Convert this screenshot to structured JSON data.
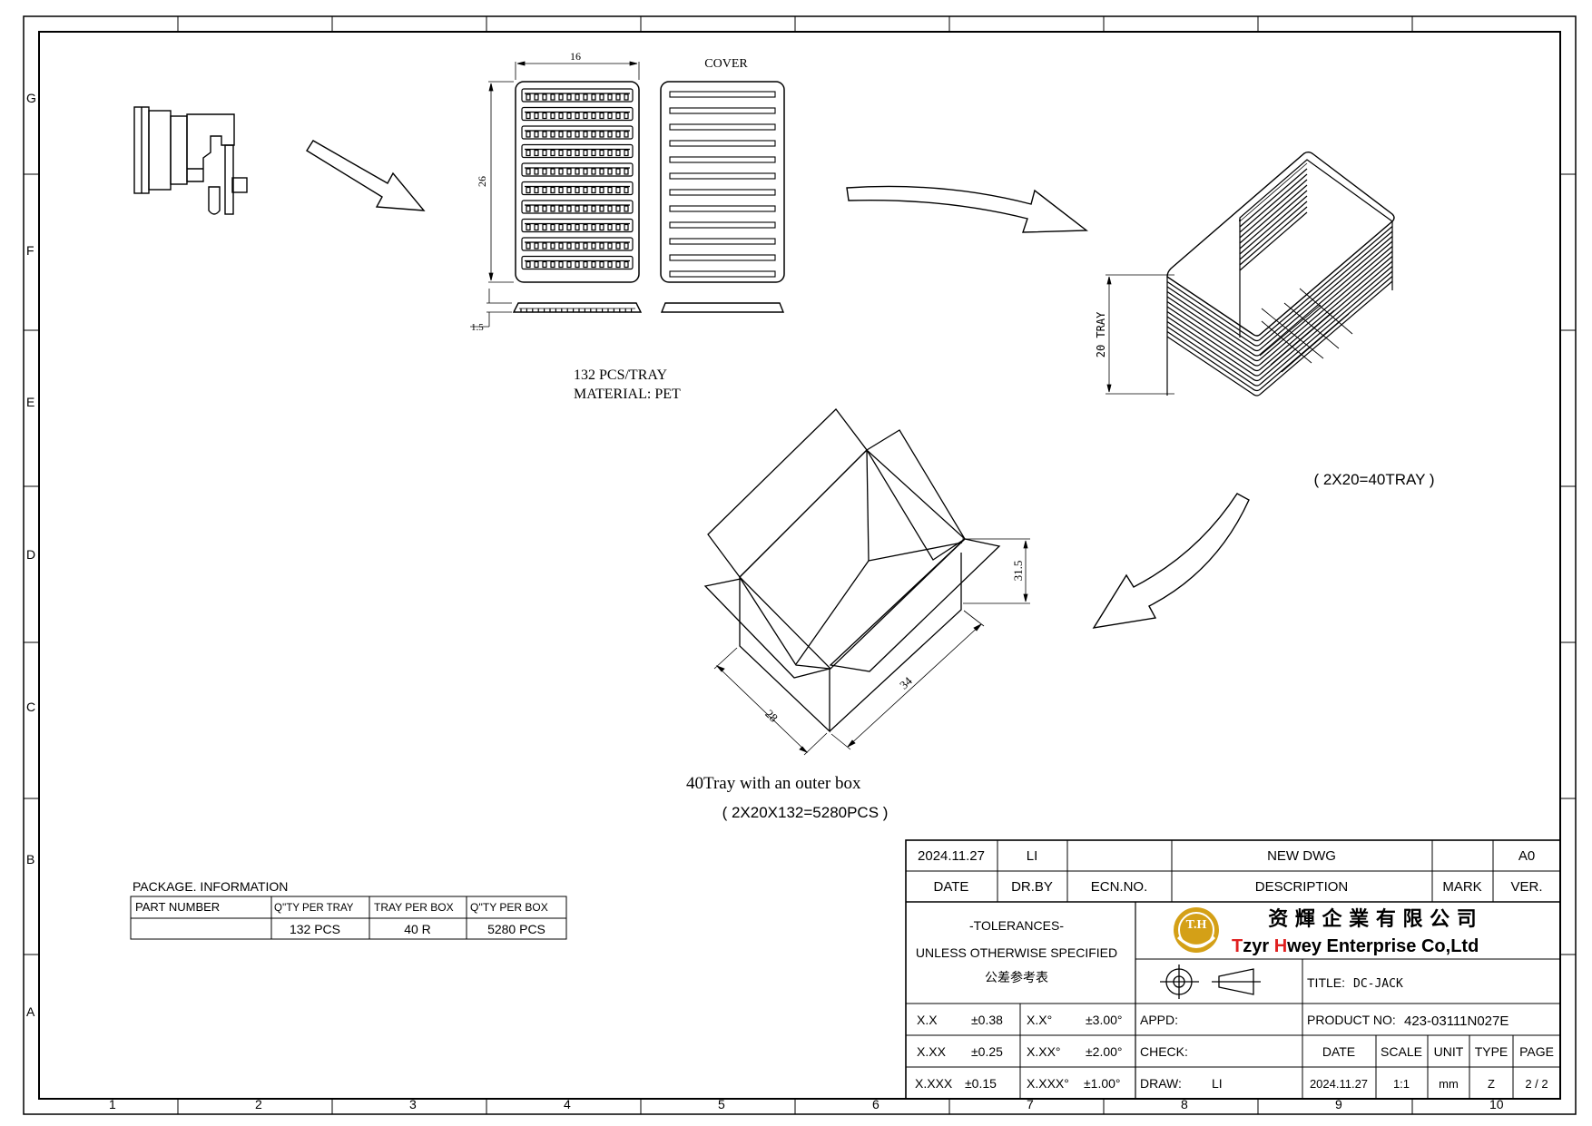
{
  "frame": {
    "cols": [
      "1",
      "2",
      "3",
      "4",
      "5",
      "6",
      "7",
      "8",
      "9",
      "10"
    ],
    "rows": [
      "G",
      "F",
      "E",
      "D",
      "C",
      "B",
      "A"
    ]
  },
  "tray": {
    "dim_width": "16",
    "dim_height": "26",
    "dim_thickness": "1.5",
    "cover_label": "COVER",
    "qty_label": "132 PCS/TRAY",
    "material_label": "MATERIAL: PET"
  },
  "stack": {
    "height_label": "20 TRAY",
    "count_label": "( 2X20=40TRAY )"
  },
  "box": {
    "dim_height": "31.5",
    "dim_length": "34",
    "dim_width": "28",
    "caption_1": "40Tray with an outer box",
    "caption_2": "( 2X20X132=5280PCS )"
  },
  "package_info": {
    "title": "PACKAGE. INFORMATION",
    "headers": [
      "PART NUMBER",
      "Q''TY PER TRAY",
      "TRAY PER BOX",
      "Q''TY PER BOX"
    ],
    "row": [
      "",
      "132 PCS",
      "40 R",
      "5280 PCS"
    ]
  },
  "title_block": {
    "rev_date": "2024.11.27",
    "rev_drawn_by": "LI",
    "rev_ecn": "",
    "rev_description": "NEW DWG",
    "rev_mark": "",
    "rev_version": "A0",
    "hdr_date": "DATE",
    "hdr_drby": "DR.BY",
    "hdr_ecn": "ECN.NO.",
    "hdr_description": "DESCRIPTION",
    "hdr_mark": "MARK",
    "hdr_ver": "VER.",
    "tol_title": "-TOLERANCES-",
    "tol_unless": "UNLESS OTHERWISE SPECIFIED",
    "tol_cn": "公差参考表",
    "logo_text": "T.H",
    "company_cn": "资 輝 企 業 有 限 公 司",
    "company_en_t": "T",
    "company_en_1": "zyr ",
    "company_en_h": "H",
    "company_en_2": "wey Enterprise Co,Ltd",
    "title_label": "TITLE:",
    "title_value": "DC-JACK",
    "tolerances": [
      {
        "k1": "X.X",
        "v1": "±0.38",
        "k2": "X.X°",
        "v2": "±3.00°"
      },
      {
        "k1": "X.XX",
        "v1": "±0.25",
        "k2": "X.XX°",
        "v2": "±2.00°"
      },
      {
        "k1": "X.XXX",
        "v1": "±0.15",
        "k2": "X.XXX°",
        "v2": "±1.00°"
      }
    ],
    "appd_label": "APPD:",
    "check_label": "CHECK:",
    "draw_label": "DRAW:",
    "draw_value": "LI",
    "product_no_label": "PRODUCT NO:",
    "product_no_value": "423-03111N027E",
    "col_date": "DATE",
    "col_scale": "SCALE",
    "col_unit": "UNIT",
    "col_type": "TYPE",
    "col_page": "PAGE",
    "val_date": "2024.11.27",
    "val_scale": "1:1",
    "val_unit": "mm",
    "val_type": "Z",
    "val_page": "2 / 2"
  },
  "colors": {
    "line": "#000000",
    "logo_gold": "#d4a017",
    "accent_red": "#e02020"
  }
}
